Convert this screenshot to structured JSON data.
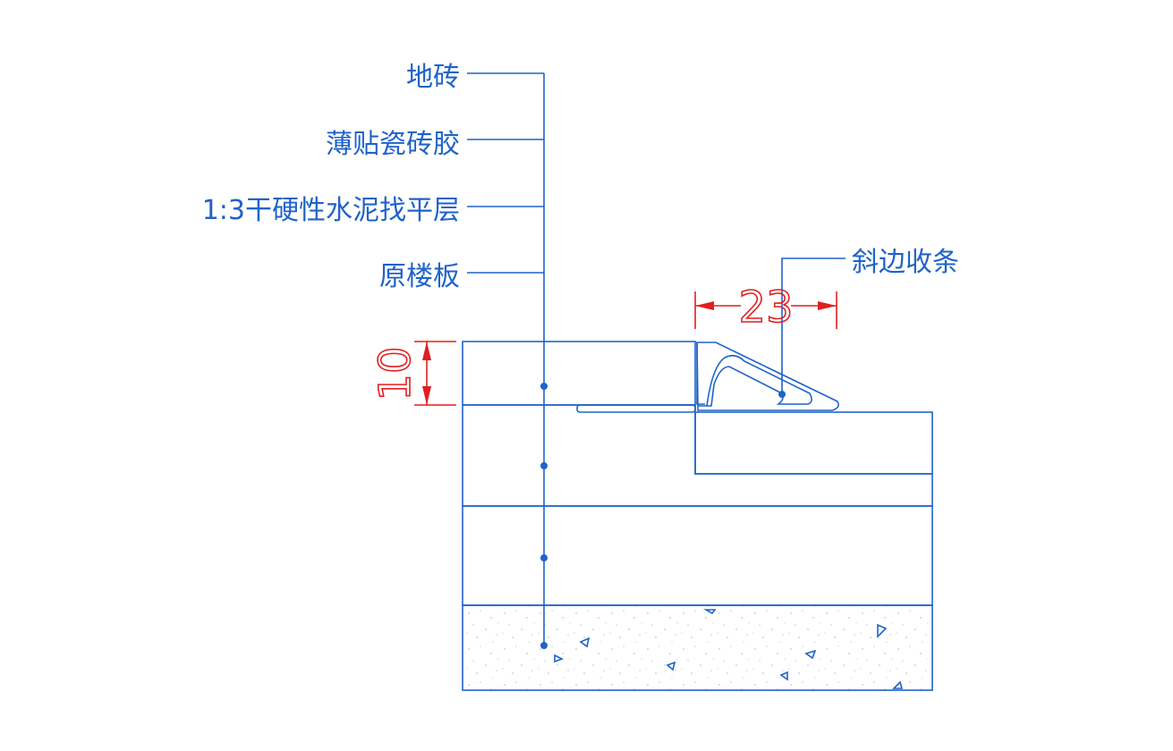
{
  "labels": {
    "floor_tile": "地砖",
    "tile_adhesive": "薄贴瓷砖胶",
    "screed": "1:3干硬性水泥找平层",
    "slab": "原楼板",
    "trim": "斜边收条"
  },
  "dimensions": {
    "width": "23",
    "height": "10"
  },
  "colors": {
    "line": "#1f63c9",
    "dimension": "#e01f1f",
    "background": "#ffffff"
  }
}
